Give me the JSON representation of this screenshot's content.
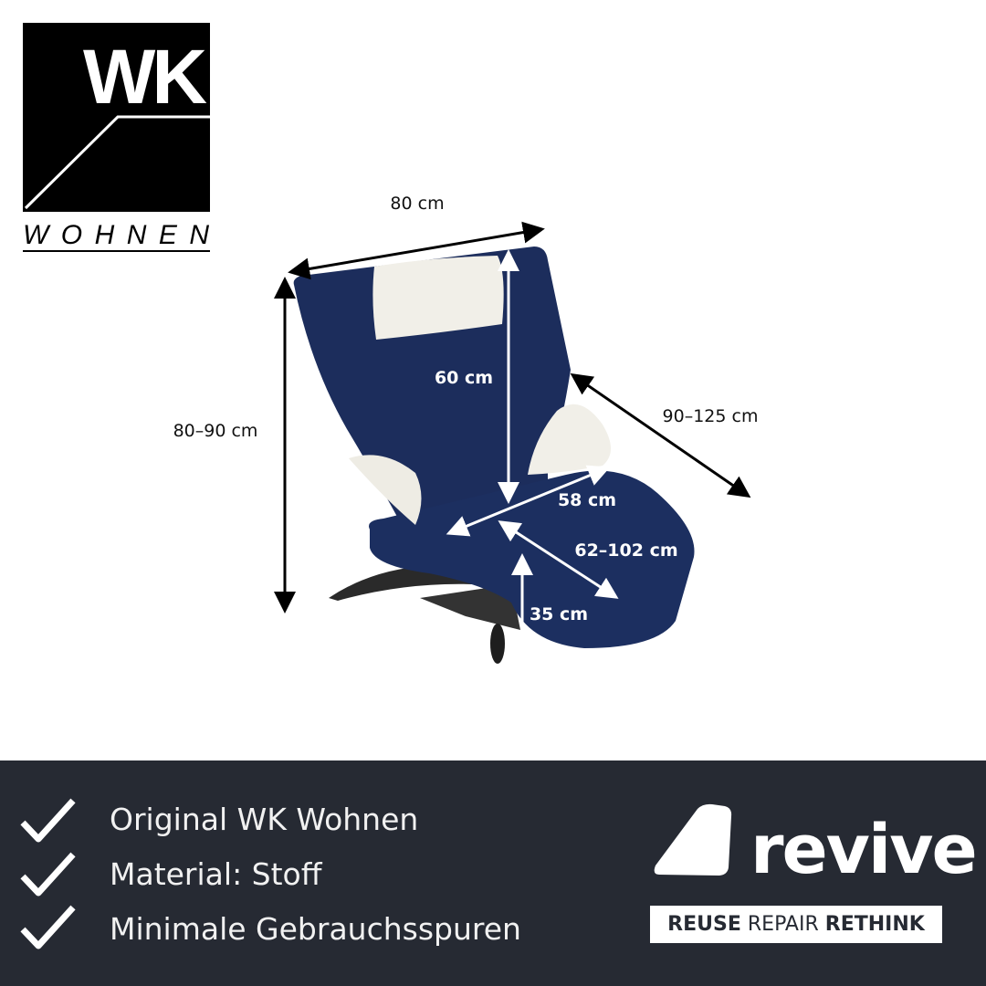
{
  "brand_logo": {
    "letters": "WK",
    "wordmark": "WOHNEN"
  },
  "dimensions": {
    "width": "80 cm",
    "height": "80–90 cm",
    "backrest_height": "60 cm",
    "depth": "90–125 cm",
    "seat_width": "58 cm",
    "seat_depth": "62–102 cm",
    "seat_height": "35 cm"
  },
  "features": [
    {
      "icon": "checkmark-icon",
      "label": "Original WK Wohnen"
    },
    {
      "icon": "checkmark-icon",
      "label": "Material: Stoff"
    },
    {
      "icon": "checkmark-icon",
      "label": "Minimale Gebrauchsspuren"
    }
  ],
  "revive": {
    "name": "revive",
    "tag_reuse": "REUSE",
    "tag_repair": "REPAIR",
    "tag_rethink": "RETHINK"
  },
  "colors": {
    "banner": "#262a33",
    "chair_fabric": "#1c2d5c",
    "cushion": "#f1efe8"
  }
}
